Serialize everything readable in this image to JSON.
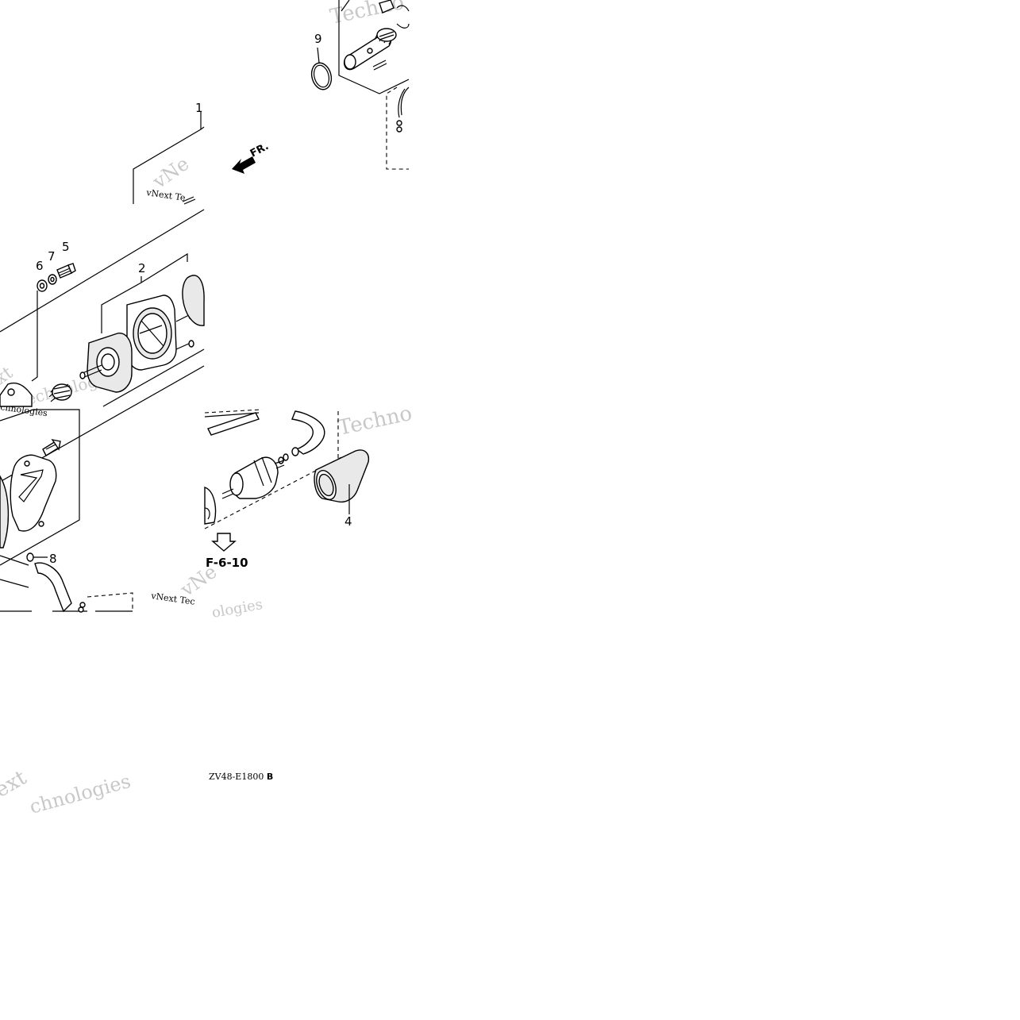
{
  "callouts": {
    "c1": "1",
    "c2": "2",
    "c4": "4",
    "c5": "5",
    "c6": "6",
    "c7": "7",
    "c8": "8",
    "c9": "9"
  },
  "direction_label": "FR.",
  "reference": "F-6-10",
  "drawing_code": "ZV48-E1800",
  "drawing_code_suffix": "B",
  "watermarks": [
    "vNext Te",
    "Techno",
    "vNe",
    "xt",
    "chnologies",
    "echnologies",
    "Techno",
    "vNext Tec",
    "vNe",
    "ologies",
    "ext",
    "chnologies"
  ]
}
